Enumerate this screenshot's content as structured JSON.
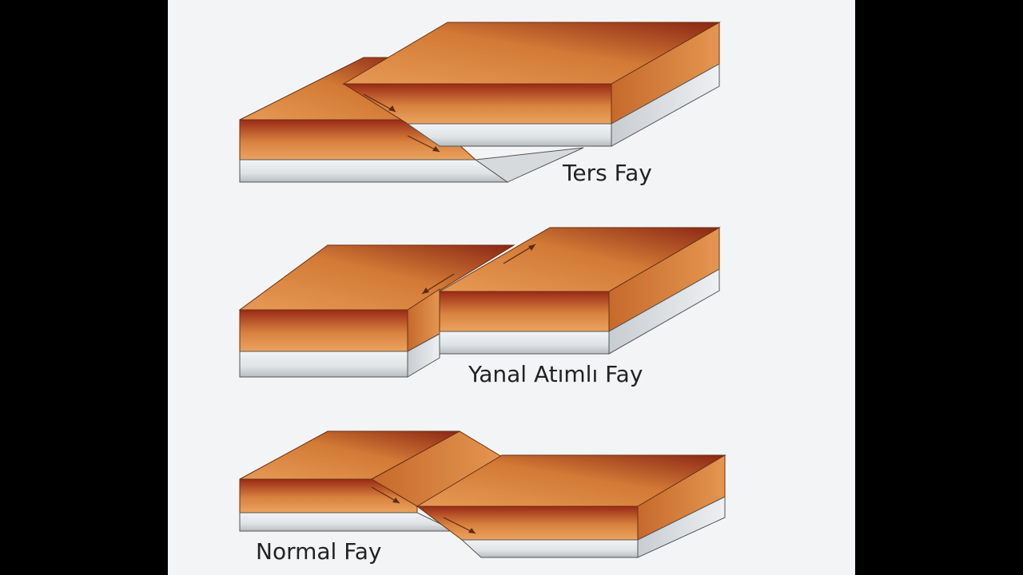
{
  "diagram": {
    "faults": [
      {
        "id": "reverse",
        "label": "Ters Fay"
      },
      {
        "id": "strike-slip",
        "label": "Yanal Atımlı Fay"
      },
      {
        "id": "normal",
        "label": "Normal Fay"
      }
    ]
  },
  "colors": {
    "page_background": "#000000",
    "panel_background": "#f3f4f5",
    "soil_light": "#e8964e",
    "soil_dark": "#8a1f12",
    "rock_light": "#e6e9ec",
    "rock_dark": "#a8aeb4",
    "edge": "#5a2a10"
  }
}
